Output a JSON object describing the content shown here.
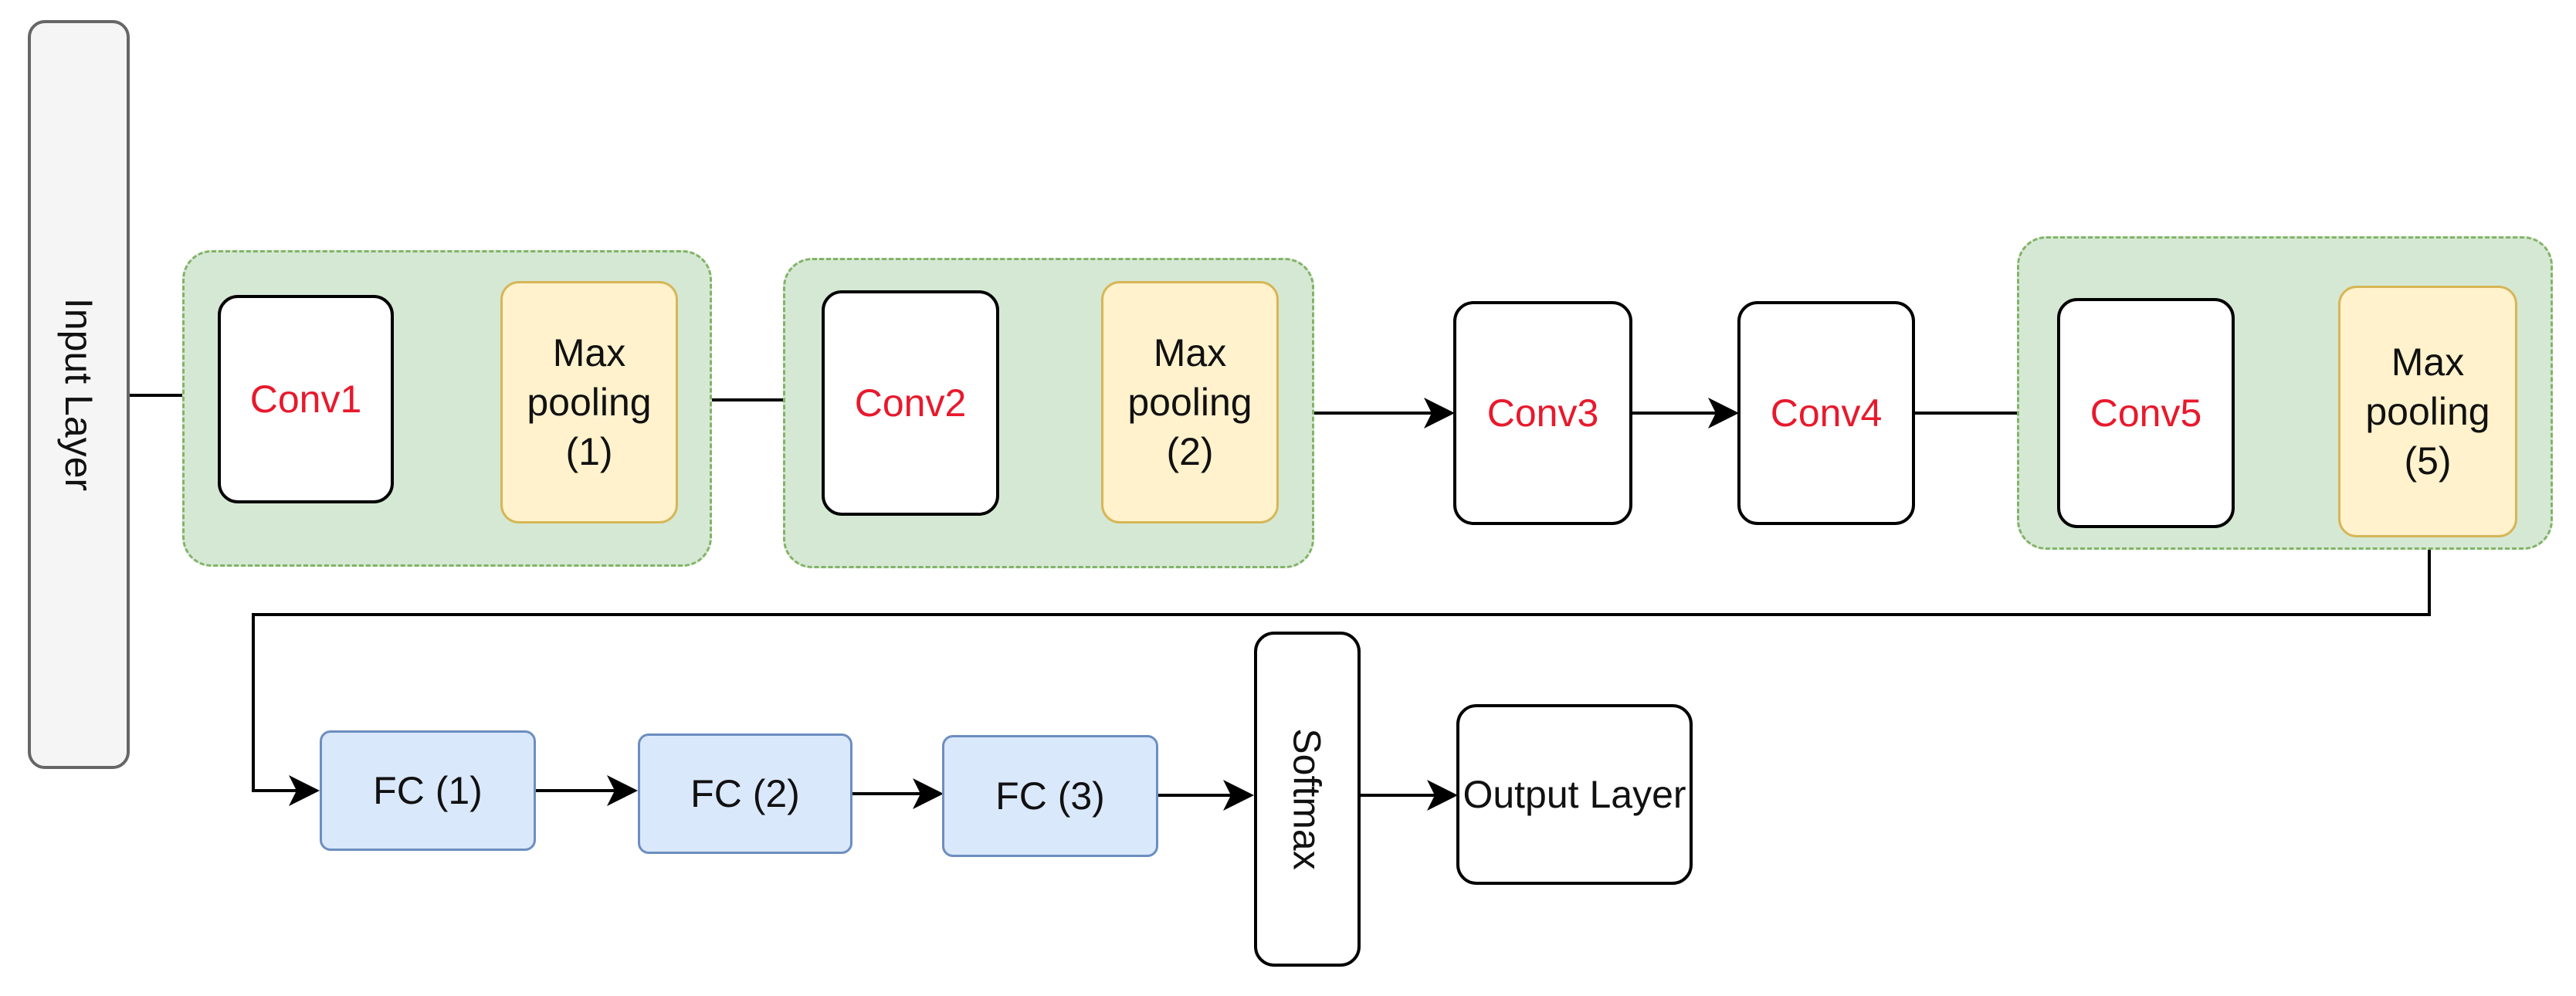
{
  "diagram": {
    "input_layer": {
      "label": "Input Layer"
    },
    "conv1": {
      "label": "Conv1"
    },
    "max_pooling_1": {
      "label": "Max\npooling\n(1)"
    },
    "conv2": {
      "label": "Conv2"
    },
    "max_pooling_2": {
      "label": "Max\npooling\n(2)"
    },
    "conv3": {
      "label": "Conv3"
    },
    "conv4": {
      "label": "Conv4"
    },
    "conv5": {
      "label": "Conv5"
    },
    "max_pooling_5": {
      "label": "Max\npooling\n(5)"
    },
    "fc1": {
      "label": "FC (1)"
    },
    "fc2": {
      "label": "FC (2)"
    },
    "fc3": {
      "label": "FC (3)"
    },
    "softmax": {
      "label": "Softmax"
    },
    "output_layer": {
      "label": "Output Layer"
    }
  },
  "colors": {
    "conv_text": "#e8192c",
    "group_fill": "#d5e8d4",
    "group_border": "#82b366",
    "pooling_fill": "#fff2cc",
    "pooling_border": "#d6b656",
    "fc_fill": "#dae8fc",
    "fc_border": "#6c8ebf"
  }
}
